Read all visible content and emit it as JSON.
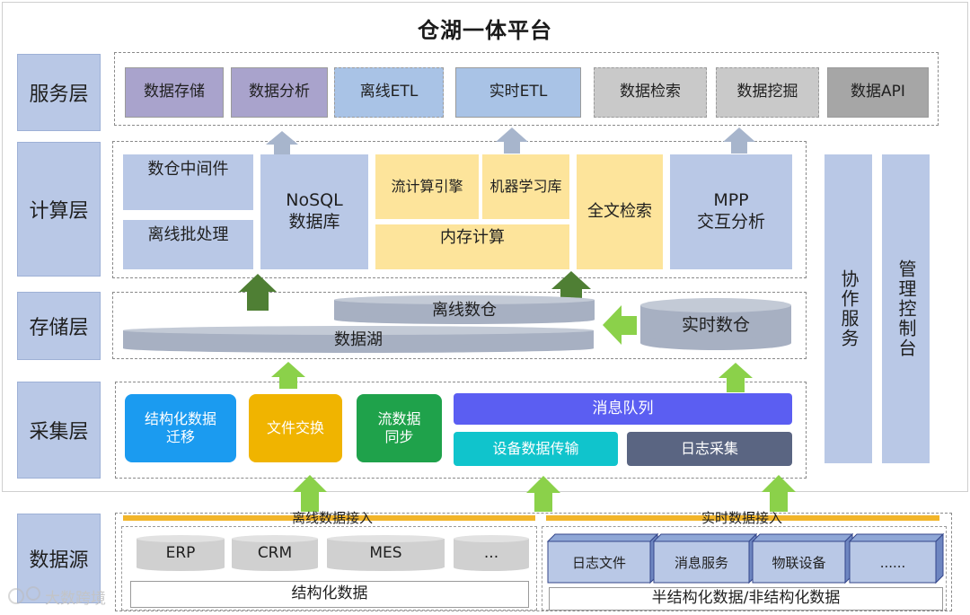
{
  "title": "仓湖一体平台",
  "layers": {
    "service": "服务层",
    "compute": "计算层",
    "storage": "存储层",
    "collect": "采集层",
    "source": "数据源"
  },
  "services": [
    {
      "label": "数据存储",
      "color": "#a9a3cc"
    },
    {
      "label": "数据分析",
      "color": "#a9a3cc"
    },
    {
      "label": "离线ETL",
      "color": "#a9c3e6"
    },
    {
      "label": "实时ETL",
      "color": "#a9c3e6"
    },
    {
      "label": "数据检索",
      "color": "#c9c9c9"
    },
    {
      "label": "数据挖掘",
      "color": "#c9c9c9"
    },
    {
      "label": "数据API",
      "color": "#a6a6a6"
    }
  ],
  "compute": {
    "middleware": "数仓中间件",
    "batch": "离线批处理",
    "nosql": "NoSQL\n数据库",
    "stream": "流计算引擎",
    "ml": "机器学习库",
    "memory": "内存计算",
    "fulltext": "全文检索",
    "mpp": "MPP\n交互分析"
  },
  "side": {
    "collab": "协作服务",
    "console": "管理控制台"
  },
  "storage": {
    "offline_dw": "离线数仓",
    "lake": "数据湖",
    "realtime_dw": "实时数仓"
  },
  "collect": {
    "structured_migrate": "结构化数据\n迁移",
    "file_exchange": "文件交换",
    "stream_sync": "流数据\n同步",
    "mq": "消息队列",
    "device": "设备数据传输",
    "log": "日志采集"
  },
  "source": {
    "offline_ingest": "离线数据接入",
    "realtime_ingest": "实时数据接入",
    "structured_items": [
      "ERP",
      "CRM",
      "MES",
      "..."
    ],
    "structured_label": "结构化数据",
    "unstructured_items": [
      "日志文件",
      "消息服务",
      "物联设备",
      "......"
    ],
    "unstructured_label": "半结构化数据/非结构化数据"
  },
  "watermark": "大数跨境",
  "colors": {
    "layer_bg": "#b9c8e6",
    "yellow": "#fde49b",
    "arrow_dark": "#4f7f34",
    "arrow_light": "#8bd14a",
    "arrow_gray": "#a7b5cc",
    "blue_btn": "#1b9bf0",
    "orange_btn": "#f0b400",
    "green_btn": "#1fa24b",
    "purple_btn": "#5b5ef2",
    "teal_btn": "#10c4cc",
    "slate_btn": "#5a6582",
    "gold_line": "#f2b52a"
  }
}
